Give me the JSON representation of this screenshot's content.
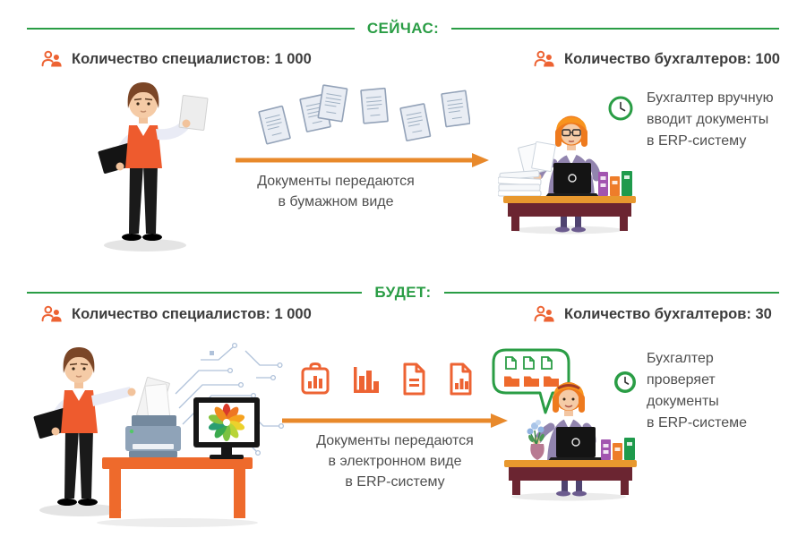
{
  "palette": {
    "green": "#2a9d45",
    "arrow_orange": "#e8892b",
    "icon_orange": "#ed6333",
    "stat_text": "#3c3c3c",
    "caption_text": "#4f4f4f",
    "desk_maroon": "#6b2531",
    "desk_top_orange": "#e8982e",
    "table_orange": "#ee6a2c",
    "vest_orange": "#ee5b2e",
    "suit_purple": "#9184ae",
    "hair_orange": "#ee7a1e"
  },
  "sections": {
    "now": {
      "header": "СЕЙЧАС:",
      "stat_specialists": "Количество специалистов: 1 000",
      "stat_accountants": "Количество бухгалтеров: 100",
      "flow_caption": [
        "Документы передаются",
        "в бумажном виде"
      ],
      "result_caption": [
        "Бухгалтер вручную",
        "вводит документы",
        "в ERP-систему"
      ]
    },
    "future": {
      "header": "БУДЕТ:",
      "stat_specialists": "Количество специалистов: 1 000",
      "stat_accountants": "Количество бухгалтеров: 30",
      "flow_caption": [
        "Документы передаются",
        "в электронном виде",
        "в ERP-систему"
      ],
      "result_caption": [
        "Бухгалтер",
        "проверяет",
        "документы",
        "в ERP-системе"
      ]
    }
  },
  "icons": {
    "stat_icon": "people-icon",
    "flow_icons_future": [
      "clipboard-chart-icon",
      "bar-chart-icon",
      "document-text-icon",
      "document-chart-icon"
    ],
    "clock_now": "clock-icon",
    "clock_future": "clock-icon",
    "speech_bubble_icons": [
      "document-icon",
      "document-icon",
      "document-icon",
      "folder-icon",
      "folder-icon",
      "folder-icon"
    ]
  }
}
